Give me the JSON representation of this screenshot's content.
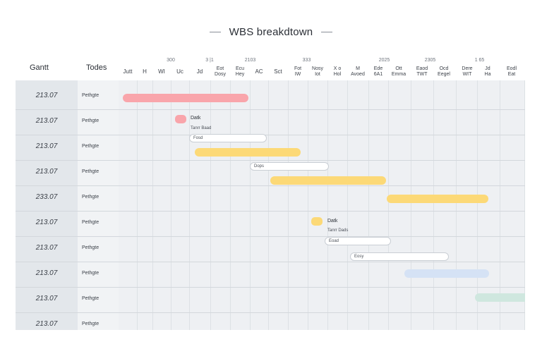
{
  "title": "WBS breakdtown",
  "header": {
    "col_gantt": "Gantt",
    "col_tasks": "Todes",
    "groups": [
      "300",
      "3 |1",
      "2103",
      "333",
      "2025",
      "2305",
      "1 65"
    ],
    "columns": [
      "Jutt",
      "H",
      "WI",
      "Uc",
      "Jd",
      "Eot\nDosy",
      "Ecu\nHey",
      "AC",
      "Sct",
      "Fot\nIW",
      "Nosy\nIot",
      "X o\nHol",
      "M\nAvoed",
      "Ede\n6A1",
      "Ott\nEmma",
      "Eaod\nTWT",
      "Ocd\nEegel",
      "Dere\nWIT",
      "Jd\nHa",
      "Eodl\nEat"
    ]
  },
  "rows": [
    {
      "id": "213.07",
      "task": "Pethgte"
    },
    {
      "id": "213.07",
      "task": "Pethgte"
    },
    {
      "id": "213.07",
      "task": "Pethgte"
    },
    {
      "id": "213.07",
      "task": "Pethgte"
    },
    {
      "id": "233.07",
      "task": "Pethgte"
    },
    {
      "id": "213.07",
      "task": "Pethgte"
    },
    {
      "id": "213.07",
      "task": "Pethgte"
    },
    {
      "id": "213.07",
      "task": "Pethgte"
    },
    {
      "id": "213.07",
      "task": "Pethgte"
    },
    {
      "id": "213.07",
      "task": "Pethgte"
    }
  ],
  "labels": {
    "milestone1_title": "Datk",
    "milestone1_sub": "Tanrr Baad",
    "pill1": "Fosd",
    "pill2": "Dops",
    "milestone2_title": "Datk",
    "milestone2_sub": "Tanrr Dads",
    "pill3": "Eoad",
    "pill4": "Eosy"
  },
  "colors": {
    "pink": "#f9a5ab",
    "yellow": "#fcd977",
    "blue": "#d5e2f5",
    "green": "#cfe7df"
  }
}
